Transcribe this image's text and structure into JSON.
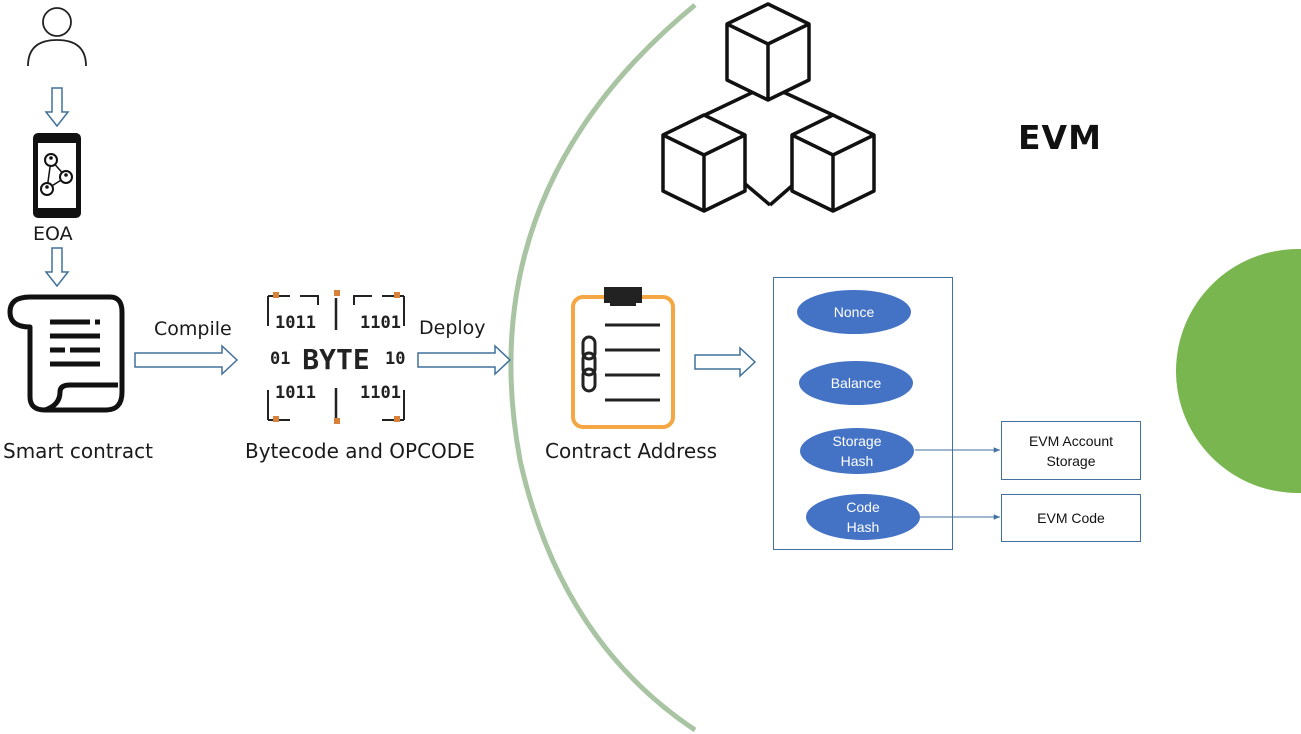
{
  "diagram": {
    "actor": {
      "label": "EOA"
    },
    "steps": [
      {
        "id": "smart_contract",
        "label": "Smart contract"
      },
      {
        "id": "bytecode",
        "label": "Bytecode and OPCODE",
        "icon_text": "BYTE"
      },
      {
        "id": "contract_address",
        "label": "Contract Address"
      }
    ],
    "transitions": {
      "compile": "Compile",
      "deploy": "Deploy"
    },
    "evm": {
      "title": "EVM",
      "account_fields": [
        {
          "id": "nonce",
          "label": "Nonce"
        },
        {
          "id": "balance",
          "label": "Balance"
        },
        {
          "id": "storage_hash",
          "label": "Storage\nHash"
        },
        {
          "id": "code_hash",
          "label": "Code\nHash"
        }
      ],
      "linked": {
        "storage": "EVM Account\nStorage",
        "code": "EVM Code"
      }
    },
    "colors": {
      "arc": "#a9c4a3",
      "green_circle": "#7ab650",
      "oval_fill": "#4472c4",
      "box_border": "#41719c",
      "clipboard_orange": "#f4a742",
      "arrow_stroke": "#41719c"
    }
  }
}
